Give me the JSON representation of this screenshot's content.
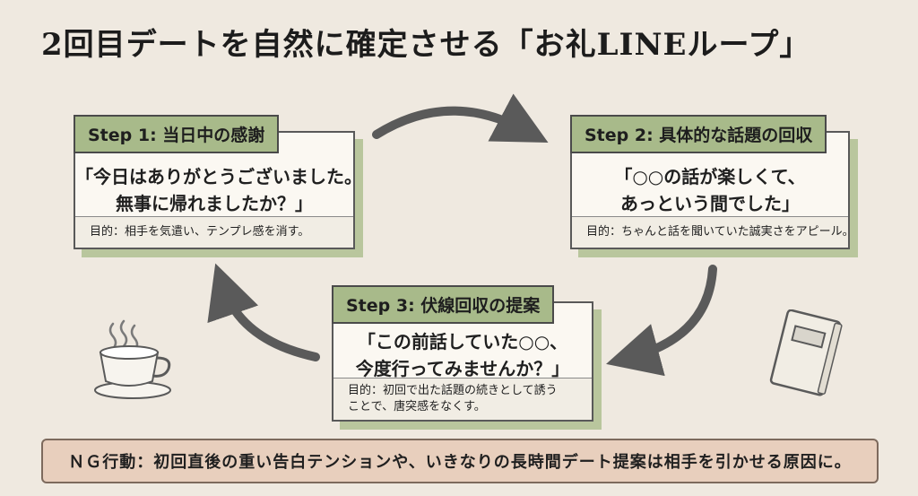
{
  "title": "2回目デートを自然に確定させる「お礼LINEループ」",
  "steps": [
    {
      "header": "Step 1: 当日中の感謝",
      "quote_lines": [
        "「今日はありがとうございました。",
        "無事に帰れましたか？」"
      ],
      "purpose_lines": [
        "目的：相手を気遣い、テンプレ感を消す。"
      ]
    },
    {
      "header": "Step 2: 具体的な話題の回収",
      "quote_lines": [
        "「○○の話が楽しくて、",
        "あっという間でした」"
      ],
      "purpose_lines": [
        "目的：ちゃんと話を聞いていた誠実さをアピール。"
      ]
    },
    {
      "header": "Step 3: 伏線回収の提案",
      "quote_lines": [
        "「この前話していた○○、",
        "今度行ってみませんか？」"
      ],
      "purpose_lines": [
        "目的：初回で出た話題の続きとして誘う",
        "ことで、唐突感をなくす。"
      ]
    }
  ],
  "ng_text": "ＮＧ行動：初回直後の重い告白テンションや、いきなりの長時間デート提案は相手を引かせる原因に。",
  "colors": {
    "background": "#efe9e0",
    "header_green": "#a8ba8a",
    "shadow_green": "#b9c69d",
    "ng_fill": "#e8cfbd",
    "arrow": "#5a5a5a"
  },
  "icons": [
    "coffee-cup-icon",
    "notebook-icon"
  ]
}
